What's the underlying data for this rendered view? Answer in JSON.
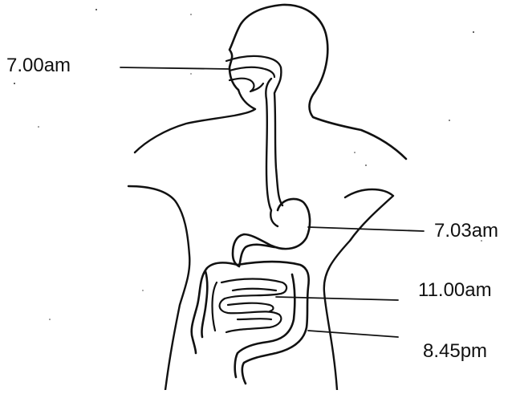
{
  "labels": {
    "mouth": "7.00am",
    "stomach": "7.03am",
    "small_intestine": "11.00am",
    "large_intestine": "8.45pm"
  },
  "colors": {
    "ink": "#111111",
    "background": "#ffffff"
  }
}
